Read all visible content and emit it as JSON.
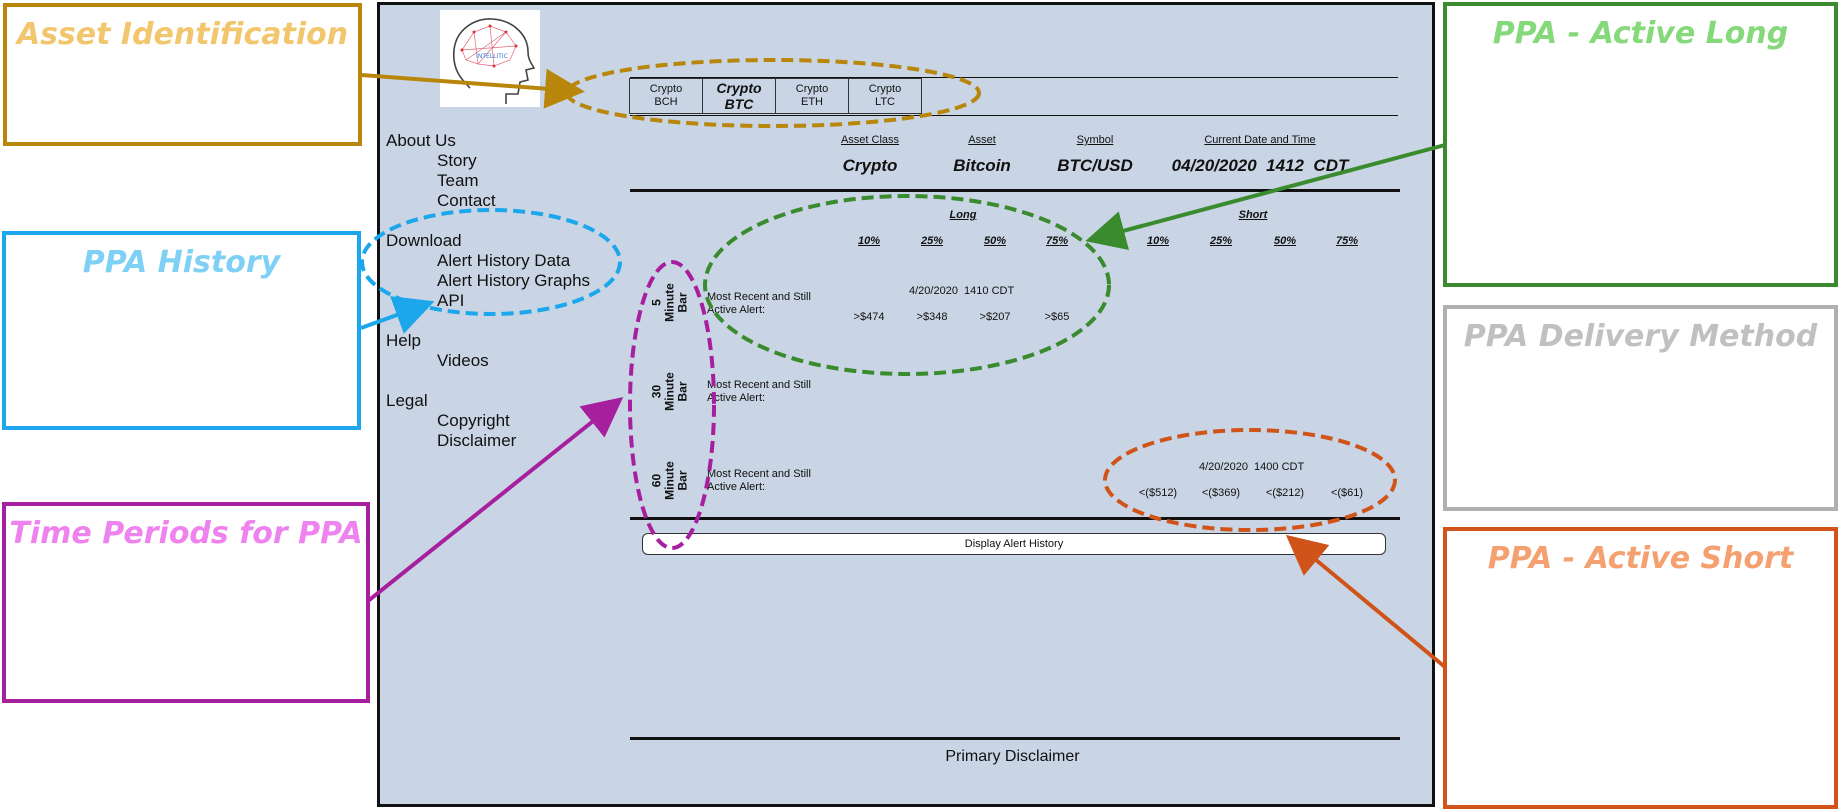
{
  "callouts": {
    "asset_identification": {
      "title": "Asset Identification",
      "color": "#b8860b",
      "title_color": "#f2c66d"
    },
    "ppa_history": {
      "title": "PPA History",
      "color": "#1ca7ec",
      "title_color": "#7fd0f5"
    },
    "time_periods": {
      "title": "Time Periods for PPA",
      "color": "#a61f9e",
      "title_color": "#ee82ee"
    },
    "active_long": {
      "title": "PPA - Active Long",
      "color": "#3a8a2e",
      "title_color": "#86d97a"
    },
    "delivery_method": {
      "title": "PPA Delivery Method",
      "color": "#b0b0b0",
      "title_color": "#c0c0c0"
    },
    "active_short": {
      "title": "PPA - Active Short",
      "color": "#d0541a",
      "title_color": "#f4a070"
    }
  },
  "asset_tabs": [
    {
      "line1": "Crypto",
      "line2": "BCH"
    },
    {
      "line1": "Crypto",
      "line2": "BTC"
    },
    {
      "line1": "Crypto",
      "line2": "ETH"
    },
    {
      "line1": "Crypto",
      "line2": "LTC"
    }
  ],
  "nav": {
    "about": "About Us",
    "story": "Story",
    "team": "Team",
    "contact": "Contact",
    "download": "Download",
    "alert_history_data": "Alert History Data",
    "alert_history_graphs": "Alert History Graphs",
    "api": "API",
    "help": "Help",
    "videos": "Videos",
    "legal": "Legal",
    "copyright": "Copyright",
    "disclaimer": "Disclaimer"
  },
  "asset_info": {
    "asset_class_label": "Asset Class",
    "asset_label": "Asset",
    "symbol_label": "Symbol",
    "datetime_label": "Current Date and Time",
    "asset_class": "Crypto",
    "asset": "Bitcoin",
    "symbol": "BTC/USD",
    "datetime": "04/20/2020  1412  CDT"
  },
  "table": {
    "long_header": "Long",
    "short_header": "Short",
    "long_pcts": [
      "10%",
      "25%",
      "50%",
      "75%"
    ],
    "short_pcts": [
      "10%",
      "25%",
      "50%",
      "75%"
    ],
    "periods": [
      {
        "n": "5",
        "unit": "Minute",
        "bar": "Bar"
      },
      {
        "n": "30",
        "unit": "Minute",
        "bar": "Bar"
      },
      {
        "n": "60",
        "unit": "Minute",
        "bar": "Bar"
      }
    ],
    "row_label": "Most Recent and Still Active Alert:",
    "long_alert_stamp": "4/20/2020  1410 CDT",
    "long_alert_values": [
      ">$474",
      ">$348",
      ">$207",
      ">$65"
    ],
    "short_alert_stamp": "4/20/2020  1400 CDT",
    "short_alert_values": [
      "<($512)",
      "<($369)",
      "<($212)",
      "<($61)"
    ]
  },
  "display_button": "Display Alert History",
  "primary_disclaimer": "Primary Disclaimer",
  "logo_text": "INTELLITIC"
}
